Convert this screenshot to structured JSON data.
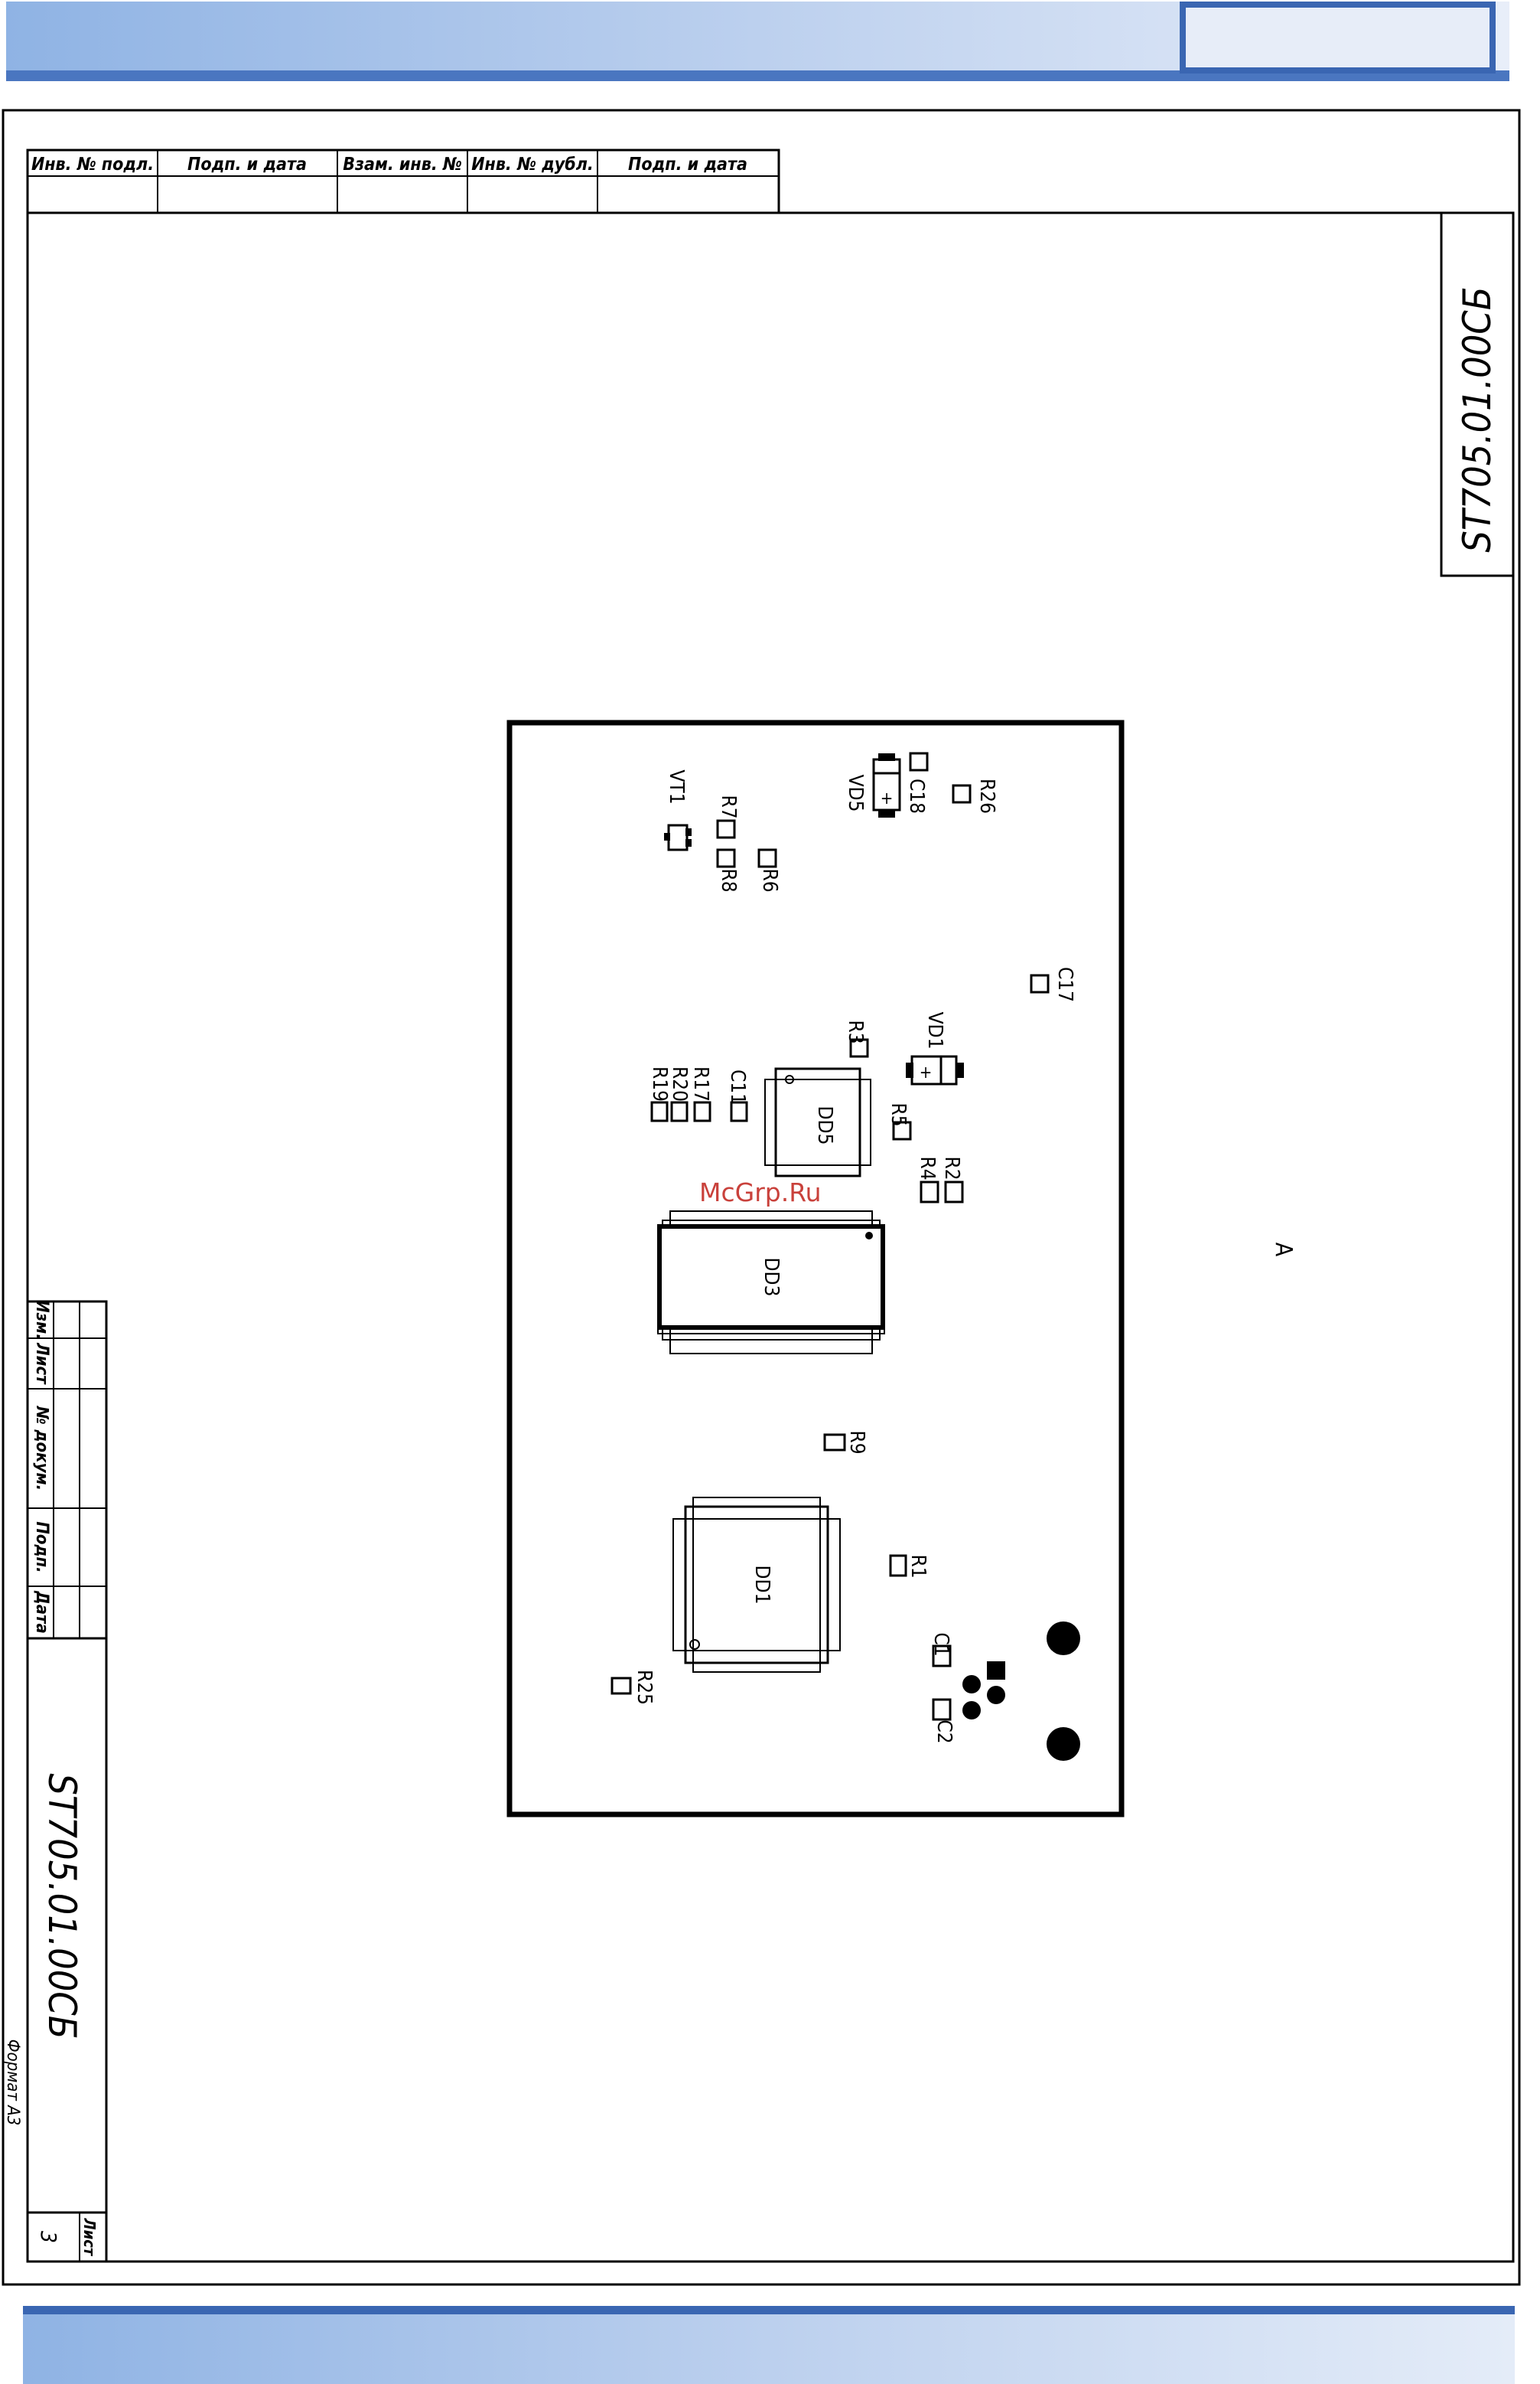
{
  "stamp_header": [
    "Инв. № подл.",
    "Подп. и дата",
    "Взам. инв. №",
    "Инв. № дубл.",
    "Подп. и дата"
  ],
  "side_stamp": {
    "labels": [
      "Изм.",
      "Лист",
      "№ докум.",
      "Подп.",
      "Дата"
    ],
    "designation": "ST705.01.00СБ",
    "sheet_label": "Лист",
    "sheet_number": "3"
  },
  "corner_designation": "ST705.01.00СБ",
  "format_label": "Формат А3",
  "view_label": "А",
  "watermark": "McGrp.Ru",
  "components": {
    "VT1": "VT1",
    "R7": "R7",
    "R8": "R8",
    "R6": "R6",
    "VD5": "VD5",
    "C18": "C18",
    "R26": "R26",
    "C17": "C17",
    "R3": "R3",
    "VD1": "VD1",
    "R5": "R5",
    "R2": "R2",
    "R4": "R4",
    "C11": "C11",
    "R17": "R17",
    "R20": "R20",
    "R19": "R19",
    "DD5": "DD5",
    "DD3": "DD3",
    "R9": "R9",
    "R1": "R1",
    "DD1": "DD1",
    "C1": "C1",
    "C2": "C2",
    "R25": "R25"
  },
  "colors": {
    "band_light": "#bcd0ee",
    "band_dark": "#3a66b2",
    "watermark": "#c0201a"
  }
}
